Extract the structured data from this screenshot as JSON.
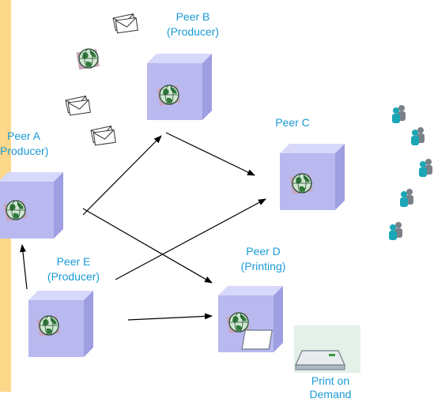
{
  "peers": [
    {
      "id": "A",
      "name": "Peer A",
      "role": "Producer)"
    },
    {
      "id": "B",
      "name": "Peer B",
      "role": "(Producer)"
    },
    {
      "id": "C",
      "name": "Peer C",
      "role": ""
    },
    {
      "id": "D",
      "name": "Peer D",
      "role": "(Printing)"
    },
    {
      "id": "E",
      "name": "Peer E",
      "role": "(Producer)"
    }
  ],
  "printer_caption": {
    "line1": "Print on",
    "line2": "Demand"
  },
  "colors": {
    "label_text": "#1a9ad6",
    "cube_front": "#b9b9f0",
    "cube_top": "#d8d8fa",
    "cube_side": "#9e9ee2",
    "left_bar": "#fbd88a",
    "arrow": "#000000",
    "user_teal": "#1aa6b5",
    "user_gray": "#7a8088"
  },
  "icons": [
    "globe-icon",
    "envelope-icon",
    "printer-icon",
    "user-pair-icon"
  ]
}
